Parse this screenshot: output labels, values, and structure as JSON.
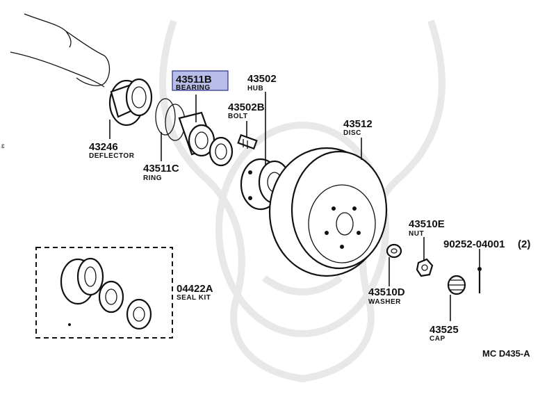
{
  "parts": {
    "p43246": {
      "number": "43246",
      "name": "DEFLECTOR"
    },
    "p43511B": {
      "number": "43511B",
      "name": "BEARING"
    },
    "p43511C": {
      "number": "43511C",
      "name": "RING"
    },
    "p43502": {
      "number": "43502",
      "name": "HUB"
    },
    "p43502B": {
      "number": "43502B",
      "name": "BOLT"
    },
    "p43512": {
      "number": "43512",
      "name": "DISC"
    },
    "p43510E": {
      "number": "43510E",
      "name": "NUT"
    },
    "p90252": {
      "number": "90252-04001",
      "qty": "(2)"
    },
    "p43510D": {
      "number": "43510D",
      "name": "WASHER"
    },
    "p43525": {
      "number": "43525",
      "name": "CAP"
    },
    "p04422A": {
      "number": "04422A",
      "name": "SEAL KIT"
    }
  },
  "diagram_code": "MC D435-A",
  "highlight_color": "#b8bdea"
}
